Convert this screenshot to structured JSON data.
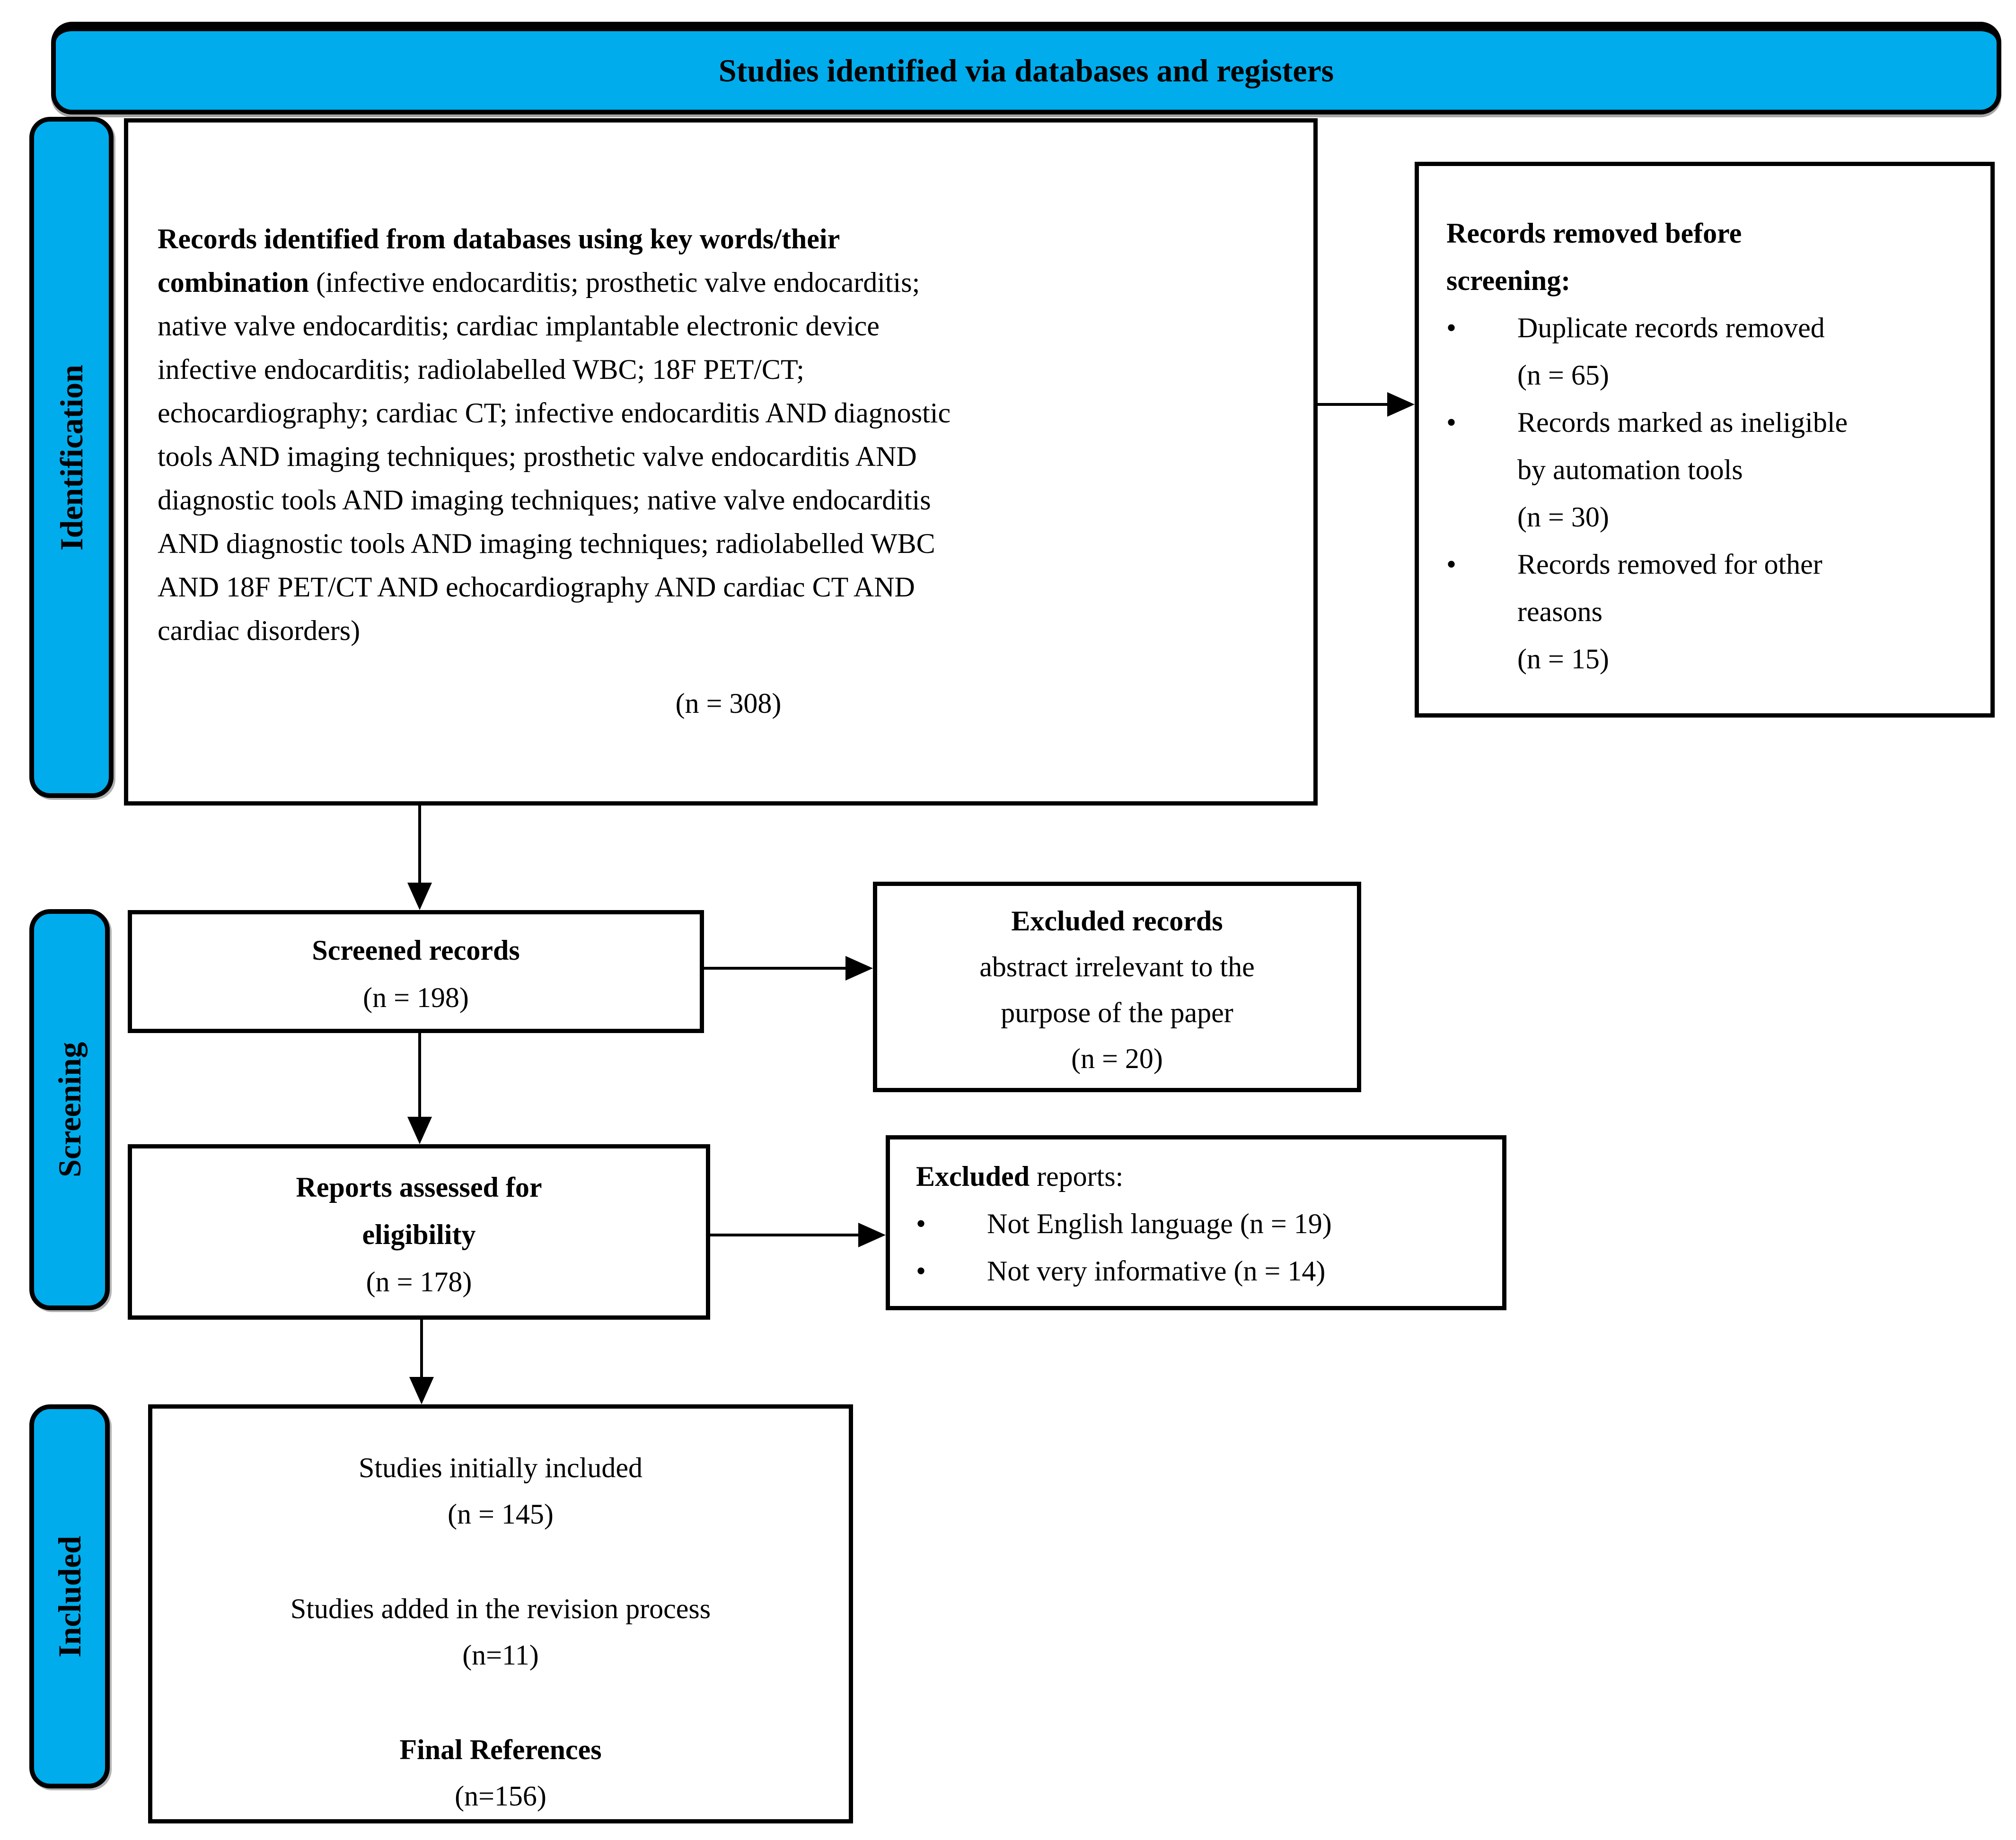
{
  "colors": {
    "accent": "#00ACEC",
    "line": "#000000",
    "background": "#FFFFFF"
  },
  "header": {
    "title": "Studies identified via databases and registers"
  },
  "stages": {
    "identification": "Identification",
    "screening": "Screening",
    "included": "Included"
  },
  "identification": {
    "records_box": {
      "lines": [
        {
          "bold": "Records identified from databases using key words/their",
          "rest": ""
        },
        {
          "bold": "combination",
          "rest": " (infective endocarditis; prosthetic valve endocarditis;"
        },
        {
          "bold": "",
          "rest": "native valve endocarditis; cardiac implantable electronic device"
        },
        {
          "bold": "",
          "rest": "infective endocarditis; radiolabelled WBC; 18F PET/CT;"
        },
        {
          "bold": "",
          "rest": "echocardiography; cardiac CT; infective endocarditis AND diagnostic"
        },
        {
          "bold": "",
          "rest": "tools AND imaging techniques; prosthetic valve endocarditis AND"
        },
        {
          "bold": "",
          "rest": "diagnostic tools AND imaging techniques; native valve endocarditis"
        },
        {
          "bold": "",
          "rest": "AND diagnostic tools AND imaging techniques; radiolabelled WBC"
        },
        {
          "bold": "",
          "rest": "AND 18F PET/CT AND echocardiography AND cardiac CT AND"
        },
        {
          "bold": "",
          "rest": "cardiac disorders)"
        }
      ],
      "count": "(n = 308)"
    },
    "removed_box": {
      "title_line1": "Records removed before",
      "title_line2": "screening:",
      "bullet_glyph": "•",
      "bullets": [
        {
          "lines": [
            "Duplicate records removed",
            "(n = 65)"
          ]
        },
        {
          "lines": [
            "Records marked as ineligible",
            "by automation tools",
            "(n = 30)"
          ]
        },
        {
          "lines": [
            "Records removed for other",
            "reasons",
            "(n = 15)"
          ]
        }
      ]
    }
  },
  "screening": {
    "screened_box": {
      "title": "Screened records",
      "count": "(n = 198)"
    },
    "excluded_records_box": {
      "title": "Excluded records",
      "line1": "abstract irrelevant to the",
      "line2": "purpose of the paper",
      "count": "(n = 20)"
    },
    "reports_box": {
      "title_line1": "Reports assessed for",
      "title_line2": "eligibility",
      "count": "(n = 178)"
    },
    "excluded_reports_box": {
      "title_bold": "Excluded",
      "title_rest": " reports:",
      "bullet_glyph": "•",
      "bullets": [
        "Not English language (n = 19)",
        "Not very informative (n = 14)"
      ]
    }
  },
  "included": {
    "box": {
      "group1": {
        "line": "Studies initially included",
        "count": "(n = 145)"
      },
      "group2": {
        "line": "Studies added in the revision process",
        "count": "(n=11)"
      },
      "group3": {
        "line": "Final References",
        "count": "(n=156)"
      }
    }
  }
}
